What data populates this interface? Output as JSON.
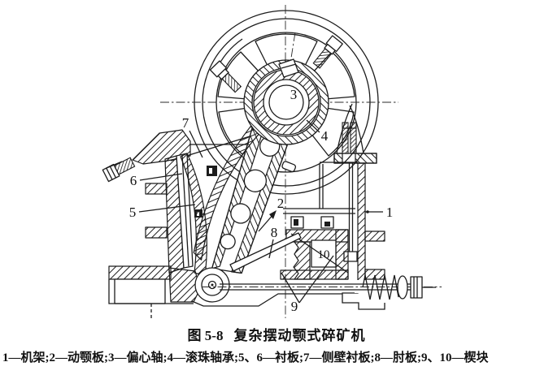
{
  "figure": {
    "caption": {
      "figure_number": "图 5-8",
      "title": "复杂摆动颚式碎矿机"
    },
    "legend_text": "1—机架;2—动颚板;3—偏心轴;4—滚珠轴承;5、6—衬板;7—侧壁衬板;8—肘板;9、10—楔块",
    "legend_entries": [
      {
        "num": "1",
        "name": "机架"
      },
      {
        "num": "2",
        "name": "动颚板"
      },
      {
        "num": "3",
        "name": "偏心轴"
      },
      {
        "num": "4",
        "name": "滚珠轴承"
      },
      {
        "num": "5、6",
        "name": "衬板"
      },
      {
        "num": "7",
        "name": "侧壁衬板"
      },
      {
        "num": "8",
        "name": "肘板"
      },
      {
        "num": "9、10",
        "name": "楔块"
      }
    ],
    "part_labels": {
      "l1": "1",
      "l2": "2",
      "l3": "3",
      "l4": "4",
      "l5": "5",
      "l6": "6",
      "l7": "7",
      "l8": "8",
      "l9": "9",
      "l10": "10"
    }
  },
  "colors": {
    "line": "#1c1c1c",
    "background": "#ffffff"
  }
}
